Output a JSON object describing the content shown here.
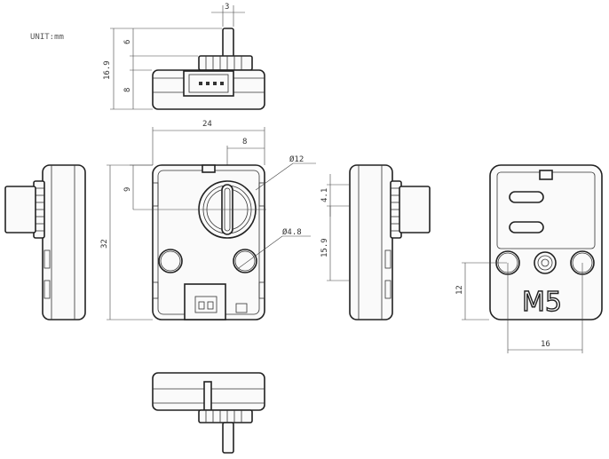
{
  "unit_label": "UNIT:mm",
  "logo_text": "M5",
  "dimensions": {
    "shaft_width": "3",
    "top_6": "6",
    "top_8": "8",
    "overall_height": "16.9",
    "width_24": "24",
    "offset_8": "8",
    "offset_9": "9",
    "height_32": "32",
    "knob_dia": "Ø12",
    "hole_dia": "Ø4.8",
    "side_4_1": "4.1",
    "side_15_9": "15.9",
    "back_12": "12",
    "back_16": "16"
  }
}
